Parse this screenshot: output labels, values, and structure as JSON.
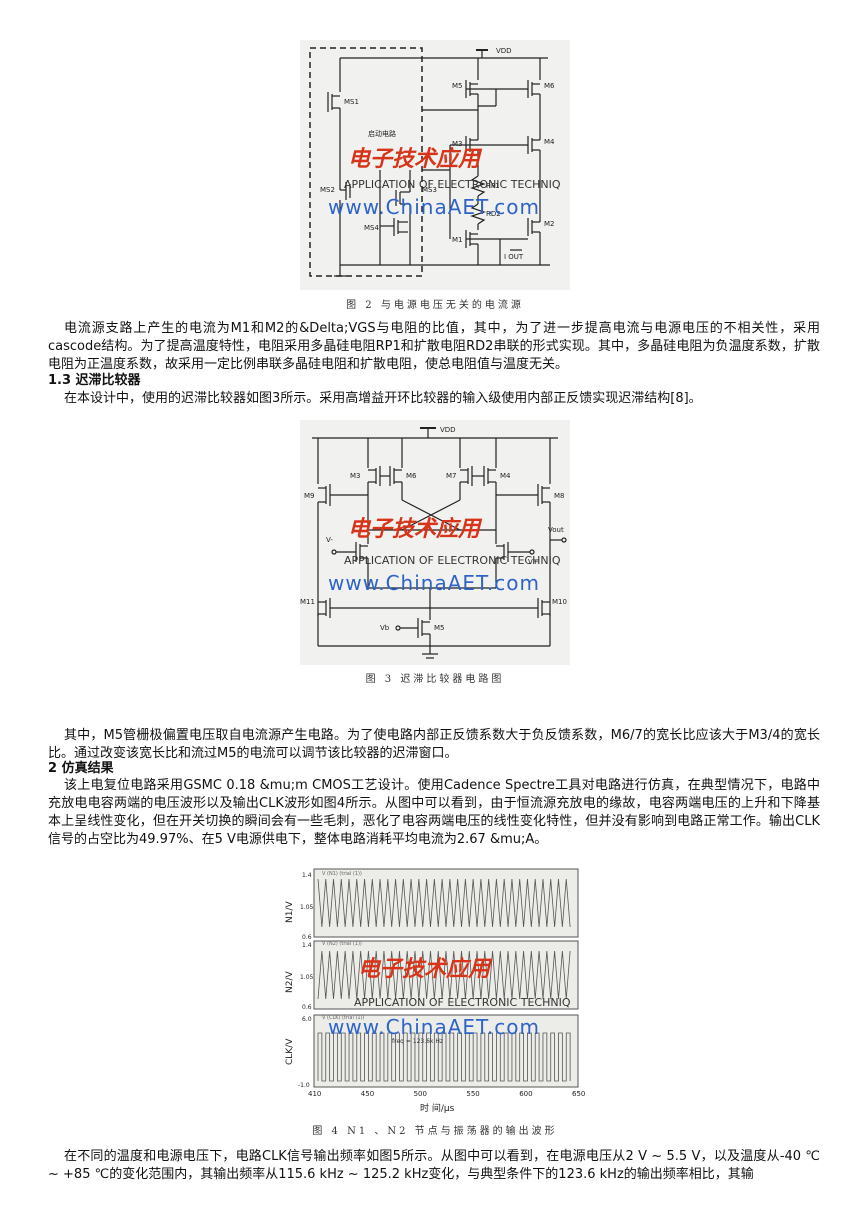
{
  "watermark": {
    "cn": "电子技术应用",
    "en": "APPLICATION OF ELECTRONIC TECHNIQUE",
    "url": "www.ChinaAET.com",
    "color_red": "#d8341a",
    "color_blue": "#2e63c8"
  },
  "fig2": {
    "caption": "图 2   与电源电压无关的电流源",
    "labels": {
      "vdd": "VDD",
      "ms1": "MS1",
      "ms2": "MS2",
      "ms3": "MS3",
      "ms4": "MS4",
      "m1": "M1",
      "m2": "M2",
      "m3": "M3",
      "m4": "M4",
      "m5": "M5",
      "m6": "M6",
      "rp1": "RP1",
      "rd2": "RD2",
      "startup": "启动电路",
      "iout": "I OUT"
    }
  },
  "para1": "电流源支路上产生的电流为M1和M2的&Delta;VGS与电阻的比值，其中，为了进一步提高电流与电源电压的不相关性，采用cascode结构。为了提高温度特性，电阻采用多晶硅电阻RP1和扩散电阻RD2串联的形式实现。其中，多晶硅电阻为负温度系数，扩散电阻为正温度系数，故采用一定比例串联多晶硅电阻和扩散电阻，使总电阻值与温度无关。",
  "head13": "1.3 迟滞比较器",
  "para2": "在本设计中，使用的迟滞比较器如图3所示。采用高增益开环比较器的输入级使用内部正反馈实现迟滞结构[8]。",
  "fig3": {
    "caption": "图 3   迟滞比较器电路图",
    "labels": {
      "vdd": "VDD",
      "m3": "M3",
      "m4": "M4",
      "m5": "M5",
      "m6": "M6",
      "m7": "M7",
      "m8": "M8",
      "m9": "M9",
      "m10": "M10",
      "m11": "M11",
      "vout": "Vout",
      "vb": "Vb",
      "vminus": "V-",
      "vplus": "V+"
    }
  },
  "para3": "其中，M5管栅极偏置电压取自电流源产生电路。为了使电路内部正反馈系数大于负反馈系数，M6/7的宽长比应该大于M3/4的宽长比。通过改变该宽长比和流过M5的电流可以调节该比较器的迟滞窗口。",
  "head2": "2 仿真结果",
  "para4": "该上电复位电路采用GSMC 0.18 &mu;m CMOS工艺设计。使用Cadence Spectre工具对电路进行仿真，在典型情况下，电路中充放电电容两端的电压波形以及输出CLK波形如图4所示。从图中可以看到，由于恒流源充放电的缘故，电容两端电压的上升和下降基本上呈线性变化，但在开关切换的瞬间会有一些毛刺，恶化了电容两端电压的线性变化特性，但并没有影响到电路正常工作。输出CLK信号的占空比为49.97%、在5 V电源供电下，整体电路消耗平均电流为2.67 &mu;A。",
  "fig4": {
    "caption": "图 4   N1 、N2 节点与振荡器的输出波形",
    "xlabel": "时 间/μs",
    "xticks": [
      "410",
      "450",
      "500",
      "550",
      "600",
      "650"
    ],
    "panels": [
      {
        "ylabel": "N1/V",
        "yticks": [
          "1.4",
          "1.05",
          "0.6"
        ],
        "legend": "V (N1)   (trial (1))"
      },
      {
        "ylabel": "N2/V",
        "yticks": [
          "1.4",
          "1.05",
          "0.6"
        ],
        "legend": "V (N2)   (trial (1))"
      },
      {
        "ylabel": "CLK/V",
        "yticks": [
          "6.0",
          "-1.0"
        ],
        "legend": "V (CLK)   (trial (1))",
        "annotation": "freq = 123.6k Hz"
      }
    ]
  },
  "para5": "在不同的温度和电源电压下，电路CLK信号输出频率如图5所示。从图中可以看到，在电源电压从2 V ~ 5.5 V，以及温度从-40 ℃ ~ +85 ℃的变化范围内，其输出频率从115.6 kHz ~ 125.2 kHz变化，与典型条件下的123.6 kHz的输出频率相比，其输"
}
